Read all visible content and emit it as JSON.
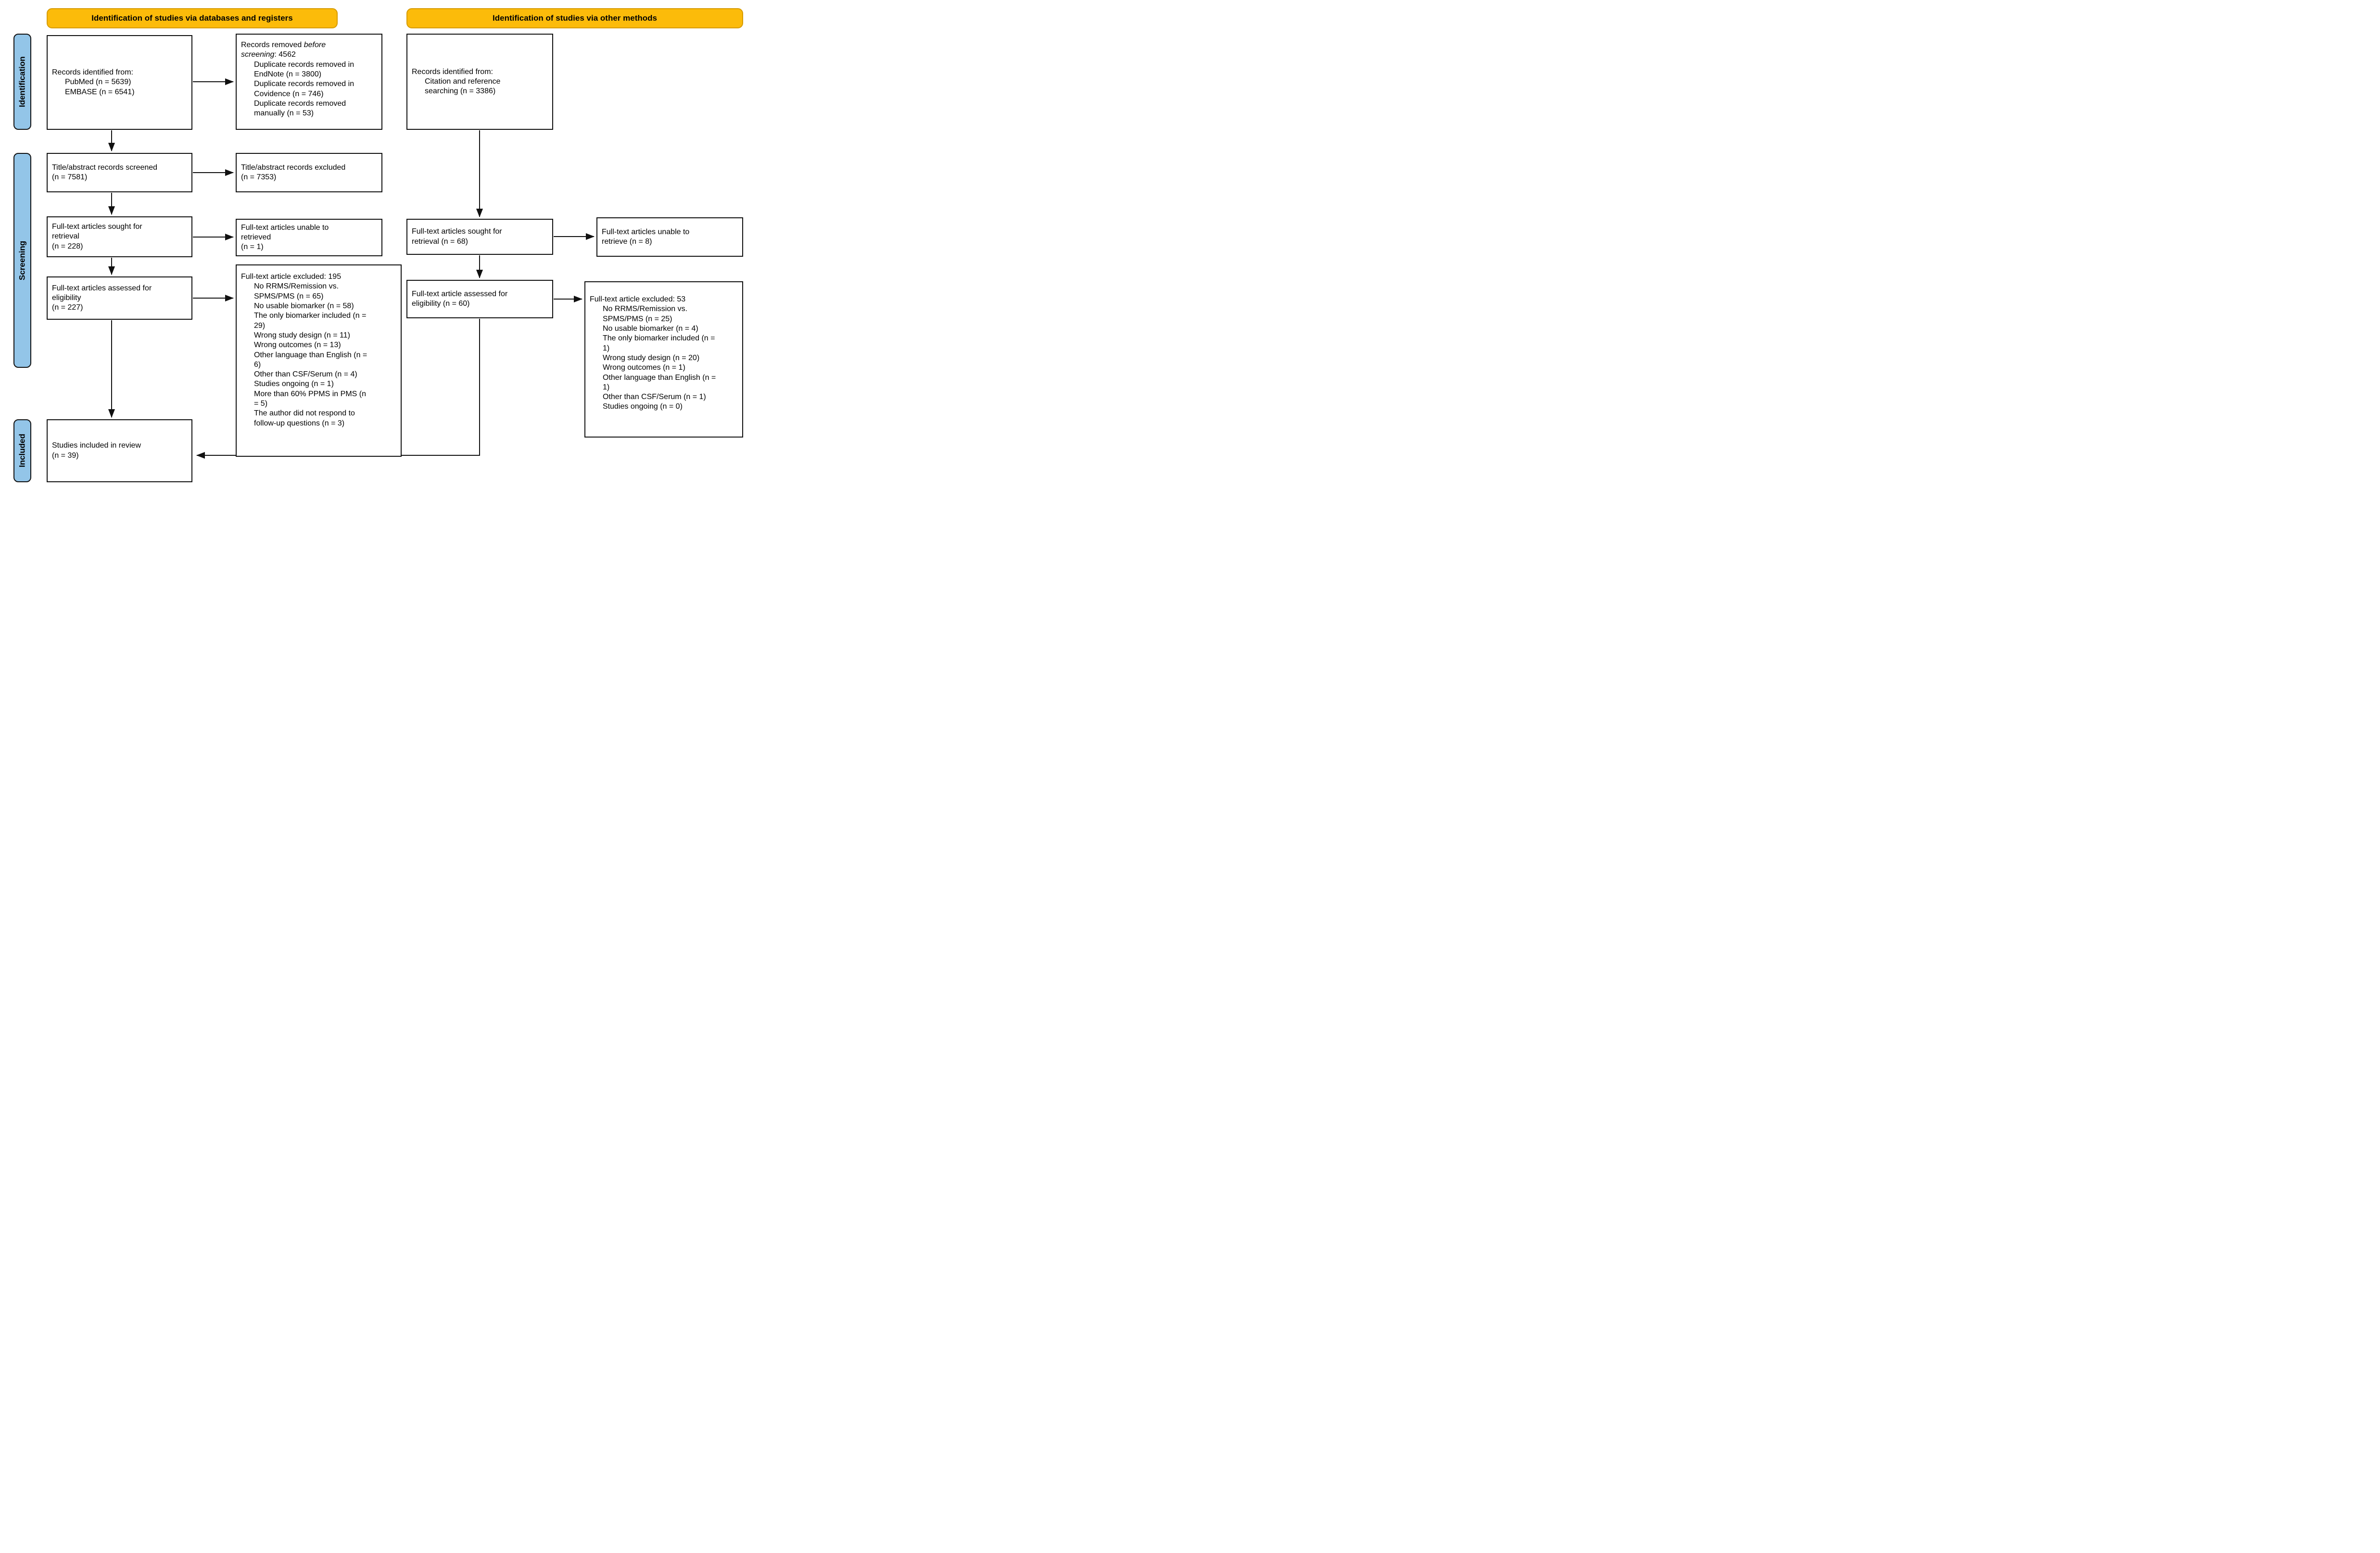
{
  "banners": {
    "databases": "Identification of studies via databases and registers",
    "other": "Identification of studies via other methods"
  },
  "sidebar": {
    "identification": "Identification",
    "screening": "Screening",
    "included": "Included"
  },
  "colors": {
    "banner_fill": "#FCBB0A",
    "banner_border": "#D79B00",
    "sidebar_fill": "#93C5E8",
    "box_border": "#111111",
    "arrow": "#111111"
  },
  "boxes": {
    "records_db": {
      "lines": [
        "Records identified from:",
        "PubMed (n = 5639)",
        "EMBASE (n = 6541)"
      ]
    },
    "removed_before_screening": {
      "title_prefix": "Records removed ",
      "title_italic": "before\nscreening",
      "title_suffix": ": 4562",
      "items": [
        "Duplicate records removed in\nEndNote (n = 3800)",
        "Duplicate records removed in\nCovidence (n = 746)",
        "Duplicate records removed\nmanually (n = 53)"
      ]
    },
    "records_other": {
      "lines": [
        "Records identified from:",
        "Citation and reference\nsearching (n = 3386)"
      ]
    },
    "screened": {
      "lines": [
        "Title/abstract records screened",
        "(n = 7581)"
      ]
    },
    "screened_excluded": {
      "lines": [
        "Title/abstract records excluded",
        "(n = 7353)"
      ]
    },
    "sought_db": {
      "lines": [
        "Full-text articles sought for",
        "retrieval",
        "(n = 228)"
      ]
    },
    "not_retrieved_db": {
      "lines": [
        "Full-text articles unable to",
        "retrieved",
        "(n = 1)"
      ]
    },
    "assessed_db": {
      "lines": [
        "Full-text articles assessed for",
        "eligibility",
        "(n = 227)"
      ]
    },
    "excluded_db": {
      "title": "Full-text article excluded: 195",
      "items": [
        "No RRMS/Remission vs.\nSPMS/PMS (n = 65)",
        "No usable biomarker (n = 58)",
        "The only biomarker included (n =\n29)",
        "Wrong study design (n = 11)",
        "Wrong outcomes (n = 13)",
        "Other language than English (n =\n6)",
        "Other than CSF/Serum (n = 4)",
        "Studies ongoing (n = 1)",
        "More than 60% PPMS in PMS (n\n= 5)",
        "The author did not respond to\nfollow-up questions (n = 3)"
      ]
    },
    "sought_other": {
      "lines": [
        "Full-text articles sought for",
        "retrieval (n = 68)"
      ]
    },
    "not_retrieved_other": {
      "lines": [
        "Full-text articles unable to",
        "retrieve (n = 8)"
      ]
    },
    "assessed_other": {
      "lines": [
        "Full-text article assessed for",
        "eligibility (n = 60)"
      ]
    },
    "excluded_other": {
      "title": "Full-text article excluded: 53",
      "items": [
        "No RRMS/Remission vs.\nSPMS/PMS (n = 25)",
        "No usable biomarker (n = 4)",
        "The only biomarker included (n =\n1)",
        "Wrong study design (n = 20)",
        "Wrong outcomes (n = 1)",
        "Other language than English (n =\n1)",
        "Other than CSF/Serum (n = 1)",
        "Studies ongoing (n = 0)"
      ]
    },
    "included": {
      "lines": [
        "Studies included in review",
        "(n = 39)"
      ]
    }
  }
}
